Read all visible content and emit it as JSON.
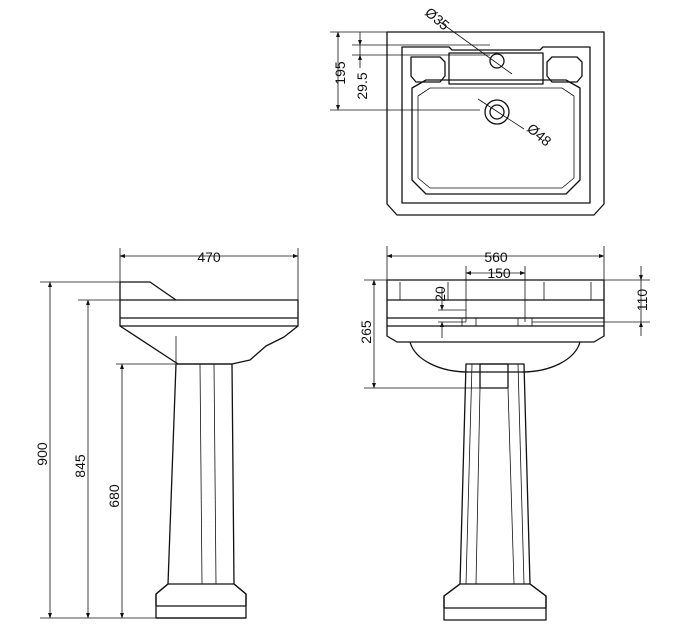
{
  "colors": {
    "line": "#111111",
    "background": "#ffffff"
  },
  "plan_view": {
    "tap_hole_label": "Ø35",
    "waste_label": "Ø48",
    "depth_to_tap_label": "195",
    "offset_label": "29.5"
  },
  "side_view": {
    "depth_label": "470",
    "total_height_label": "900",
    "rim_height_label": "845",
    "pedestal_height_label": "680"
  },
  "front_view": {
    "width_label": "560",
    "fixing_spacing_label": "150",
    "fixing_offset_label": "20",
    "rim_to_fixing_label": "110",
    "bowl_depth_label": "265"
  }
}
